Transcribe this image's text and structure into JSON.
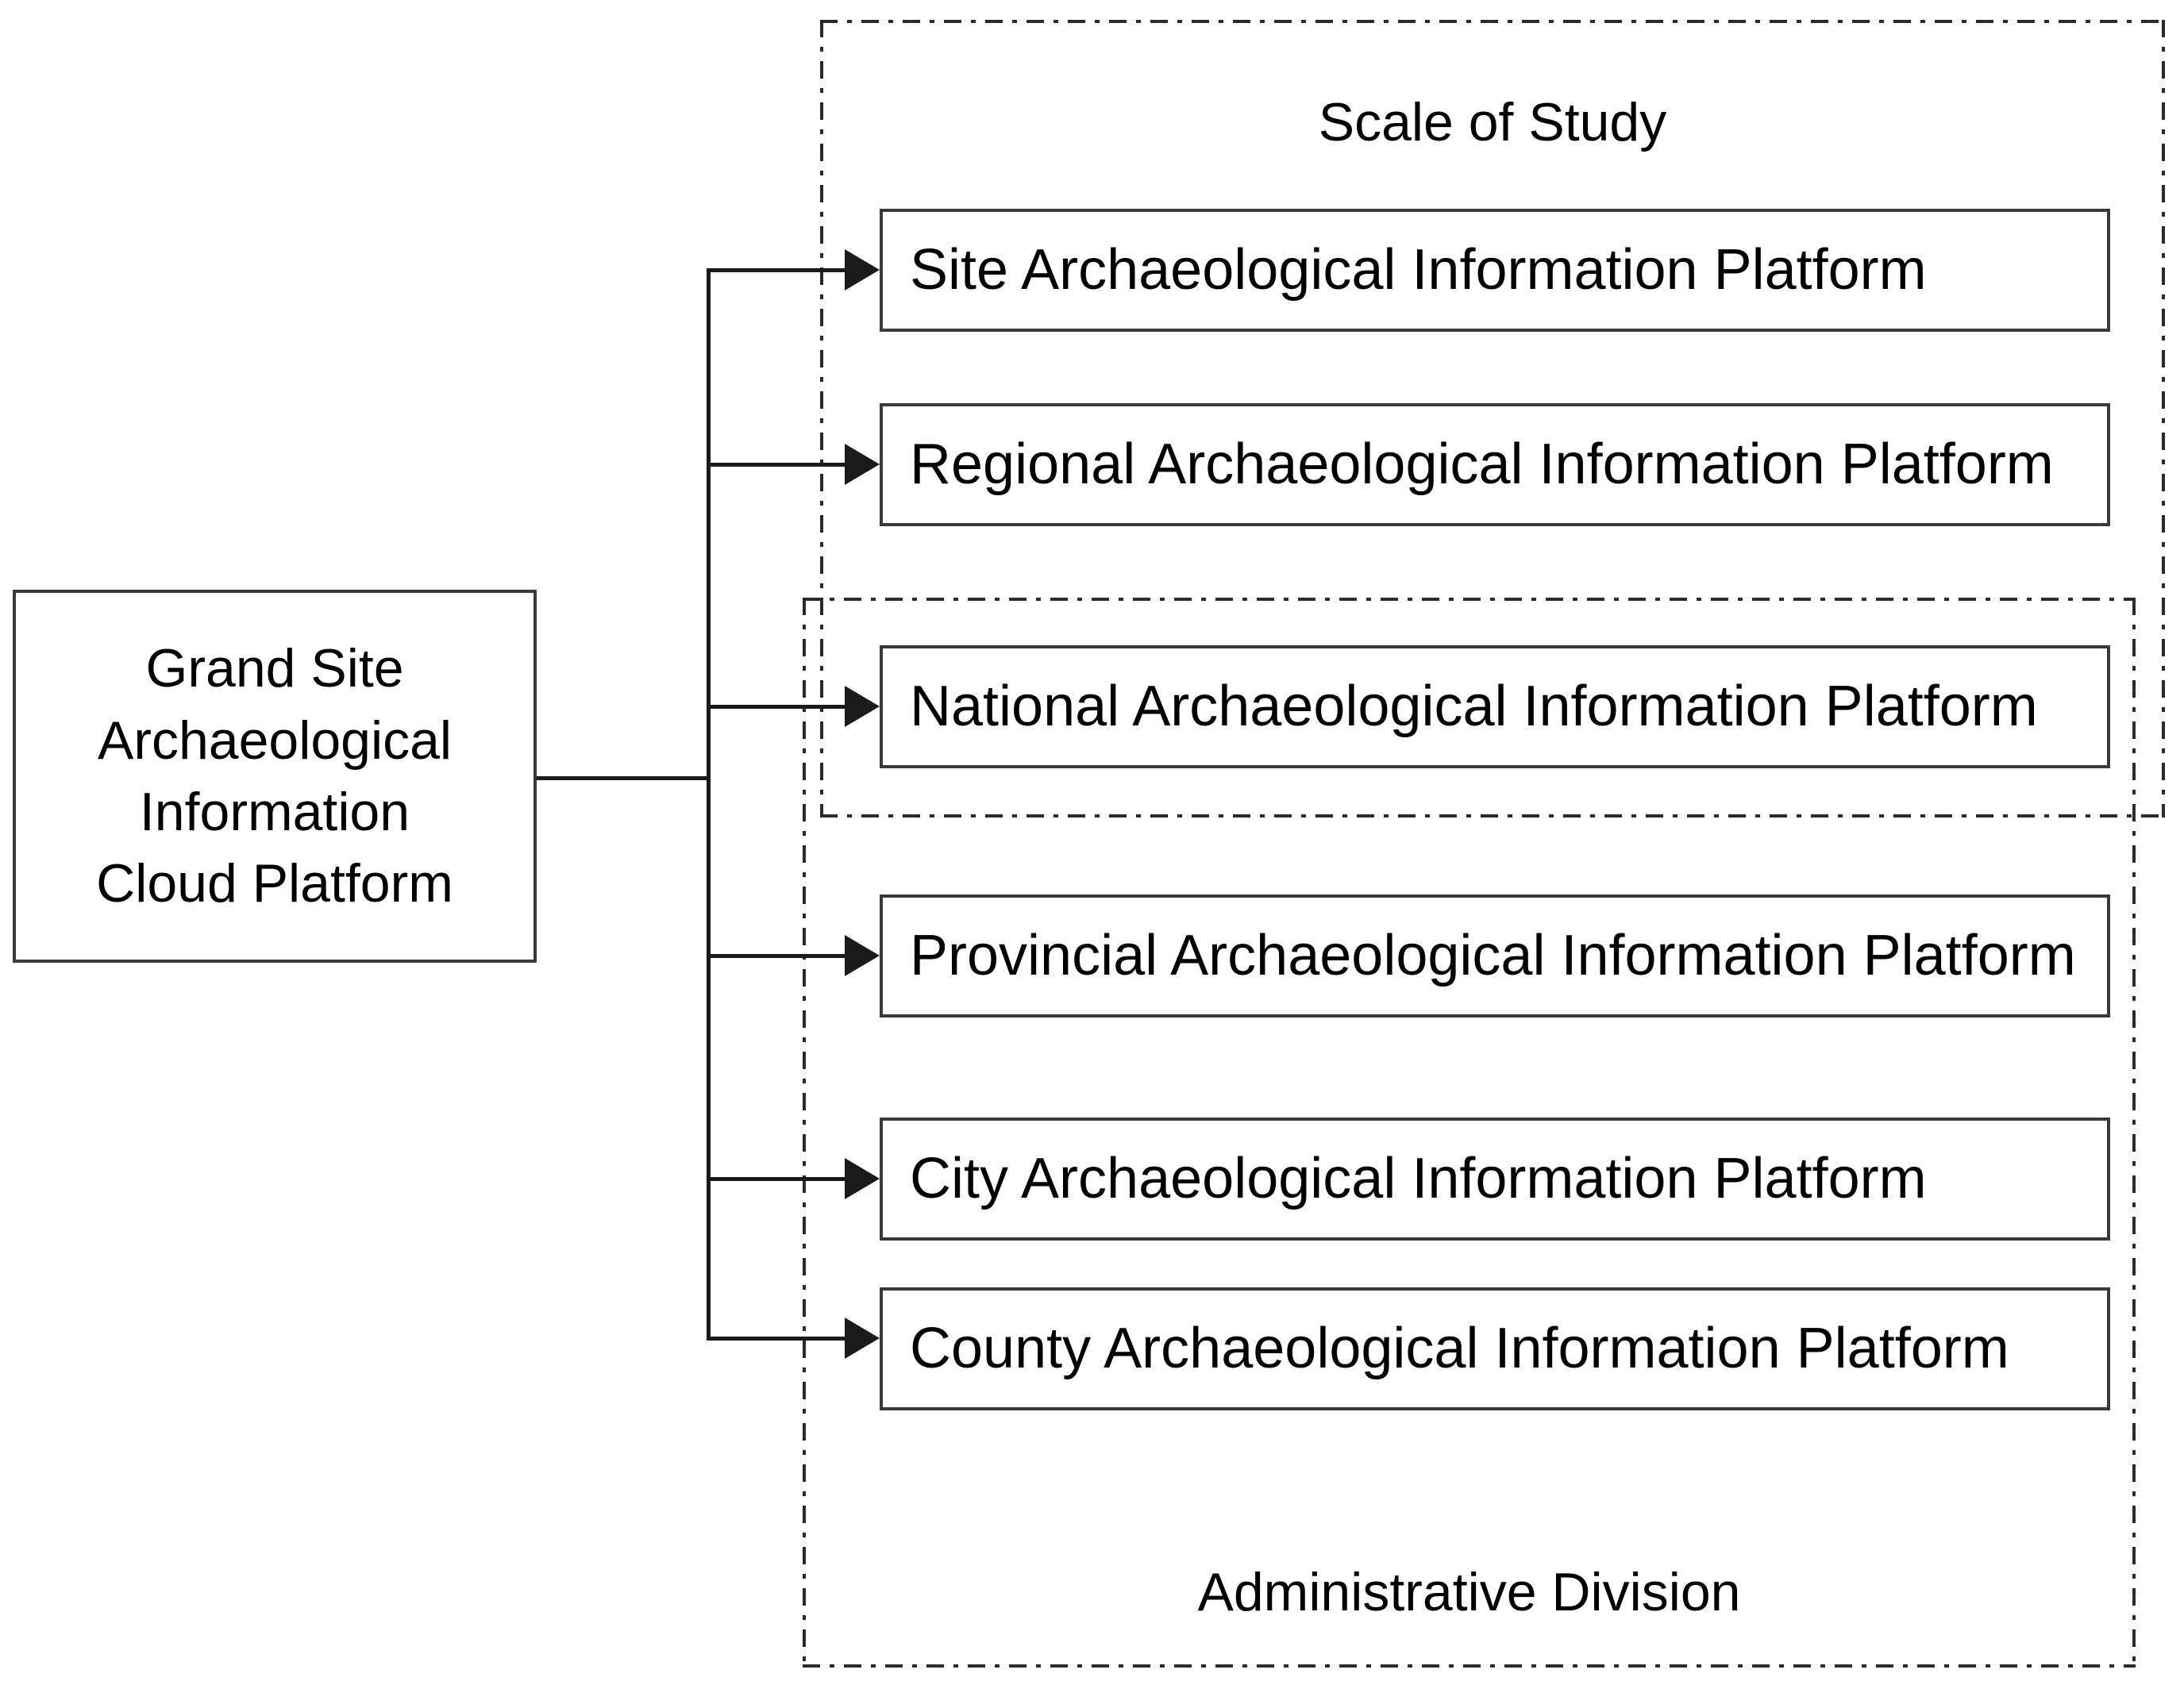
{
  "diagram": {
    "title_hidden": "",
    "root": {
      "label": "Grand Site\nArchaeological\nInformation\nCloud Platform",
      "lines": [
        "Grand Site",
        "Archaeological",
        "Information",
        "Cloud Platform"
      ]
    },
    "groups": [
      {
        "id": "scale-of-study",
        "caption": "Scale of Study",
        "members": [
          "Site Archaeological Information Platform",
          "Regional Archaeological Information Platform",
          "National Archaeological Information Platform"
        ]
      },
      {
        "id": "administrative-division",
        "caption": "Administrative Division",
        "members": [
          "National Archaeological Information Platform",
          "Provincial Archaeological Information Platform",
          "City Archaeological Information Platform",
          "County Archaeological Information Platform"
        ]
      }
    ],
    "nodes": [
      {
        "id": "site",
        "label": "Site Archaeological Information Platform"
      },
      {
        "id": "regional",
        "label": "Regional Archaeological Information Platform"
      },
      {
        "id": "national",
        "label": "National Archaeological Information Platform"
      },
      {
        "id": "provincial",
        "label": "Provincial Archaeological Information Platform"
      },
      {
        "id": "city",
        "label": "City Archaeological Information Platform"
      },
      {
        "id": "county",
        "label": "County Archaeological Information Platform"
      }
    ],
    "colors": {
      "stroke": "#3a3a3a",
      "line": "#1a1a1a",
      "dash": "#2b2b2b",
      "background": "#ffffff",
      "text": "#000000"
    },
    "edge_style": "solid-arrow",
    "group_border_style": "dash-dot"
  }
}
